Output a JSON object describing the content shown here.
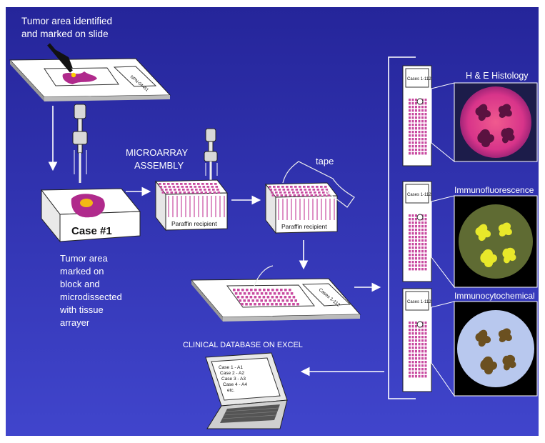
{
  "labels": {
    "tumor_slide": [
      "Tumor area identified",
      "and marked on slide"
    ],
    "case_block": "Case #1",
    "block_caption": [
      "Tumor area",
      "marked on",
      "block and",
      "microdissected",
      "with tissue",
      "arrayer"
    ],
    "microarray": [
      "MICROARRAY",
      "ASSEMBLY"
    ],
    "tape": "tape",
    "recipient_1": "Paraffin recipient",
    "recipient_2": "Paraffin recipient",
    "clinical_db": "CLINICAL DATABASE ON EXCEL",
    "he_histology": "H & E Histology",
    "immunofluorescence": "Immunofluorescence",
    "immunocytochemical": "Immunocytochemical",
    "slide_label_cases": "Cases 1-112",
    "first_slide_label": "NPN-04451"
  },
  "laptop_lines": [
    "Case 1 - A1",
    "Case 2 - A2",
    "Case 3 - A3",
    "Case 4 - A4",
    "etc."
  ],
  "colors": {
    "background_top": "#2a2a9e",
    "background_bottom": "#3f42c8",
    "tissue_magenta": "#b02a8c",
    "he_stain": "#d8348a",
    "if_cells": "#e8e82a",
    "if_bg": "#5f6b33",
    "ihc_bg": "#b8c8ee",
    "ihc_cells": "#6b5020"
  }
}
